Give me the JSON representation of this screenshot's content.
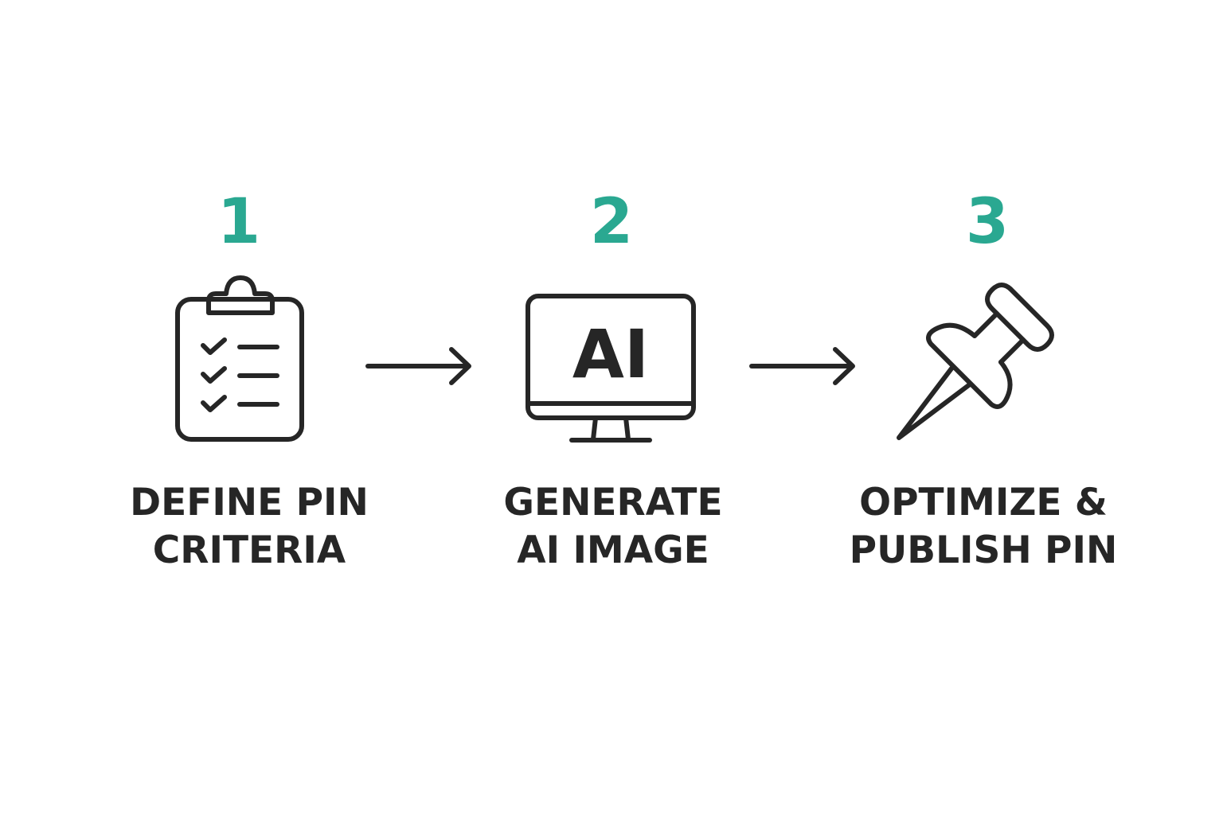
{
  "accent_color": "#2aa891",
  "text_color": "#262626",
  "steps": [
    {
      "number": "1",
      "icon": "clipboard-checklist-icon",
      "label_lines": [
        "DEFINE PIN",
        "CRITERIA"
      ]
    },
    {
      "number": "2",
      "icon": "ai-monitor-icon",
      "icon_text": "AI",
      "label_lines": [
        "GENERATE",
        "AI IMAGE"
      ]
    },
    {
      "number": "3",
      "icon": "push-pin-icon",
      "label_lines": [
        "OPTIMIZE &",
        "PUBLISH PIN"
      ]
    }
  ],
  "connectors": [
    {
      "icon": "arrow-right-icon"
    },
    {
      "icon": "arrow-right-icon"
    }
  ]
}
